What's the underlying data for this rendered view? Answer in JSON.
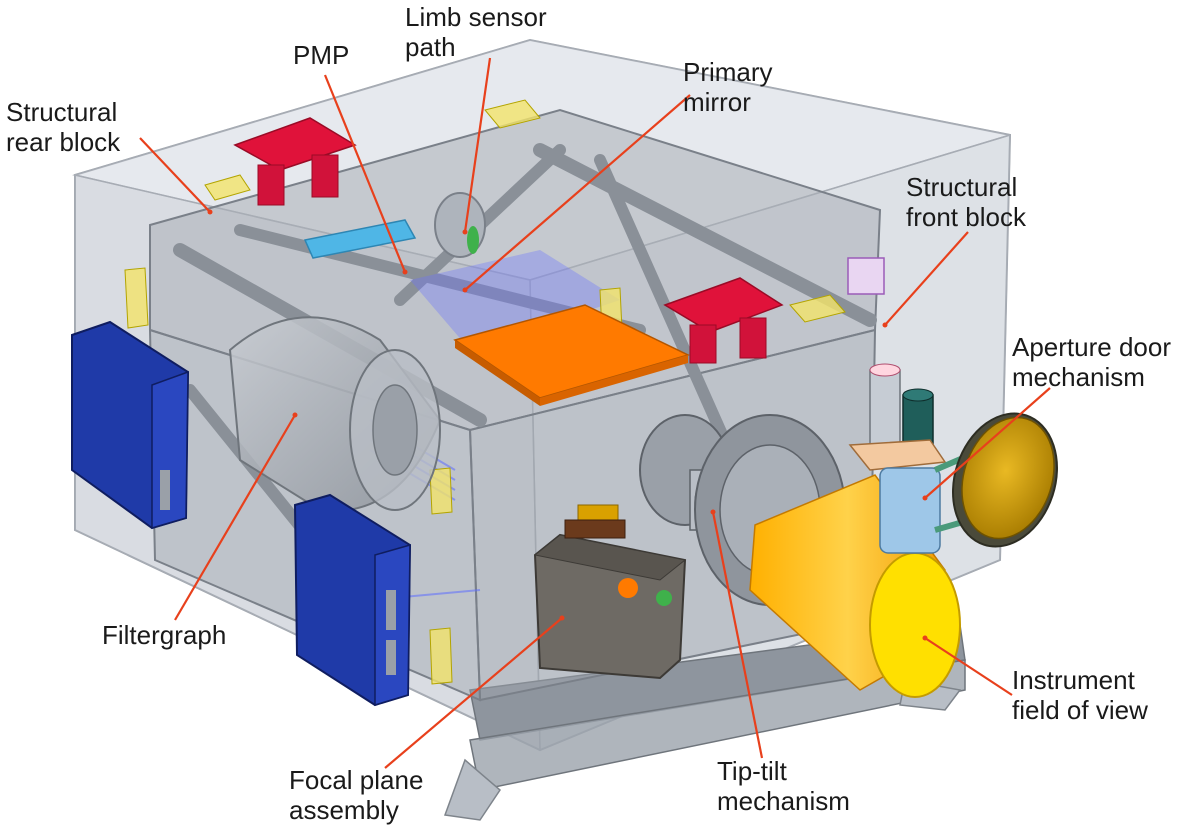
{
  "labels": {
    "limb_sensor": [
      "Limb sensor",
      "path"
    ],
    "pmp": [
      "PMP"
    ],
    "primary_mirror": [
      "Primary",
      "mirror"
    ],
    "structural_rear": [
      "Structural",
      "rear block"
    ],
    "structural_front": [
      "Structural",
      "front block"
    ],
    "aperture_door": [
      "Aperture door",
      "mechanism"
    ],
    "filtergraph": [
      "Filtergraph"
    ],
    "instrument_fov": [
      "Instrument",
      "field of view"
    ],
    "focal_plane": [
      "Focal plane",
      "assembly"
    ],
    "tip_tilt": [
      "Tip-tilt",
      "mechanism"
    ]
  },
  "colors": {
    "leader": "#e8401c",
    "housing": "#c7ccd4",
    "frame": "#9aa0a8",
    "electronics": "#1f3aa8",
    "pmp_red": "#e0123a",
    "plate_orange": "#ff7a00",
    "telescope_yellow": "#f5c400",
    "door_gold": "#d9a100",
    "blue_plate": "#4fb6e6",
    "fpa_gray": "#6e6a64"
  }
}
